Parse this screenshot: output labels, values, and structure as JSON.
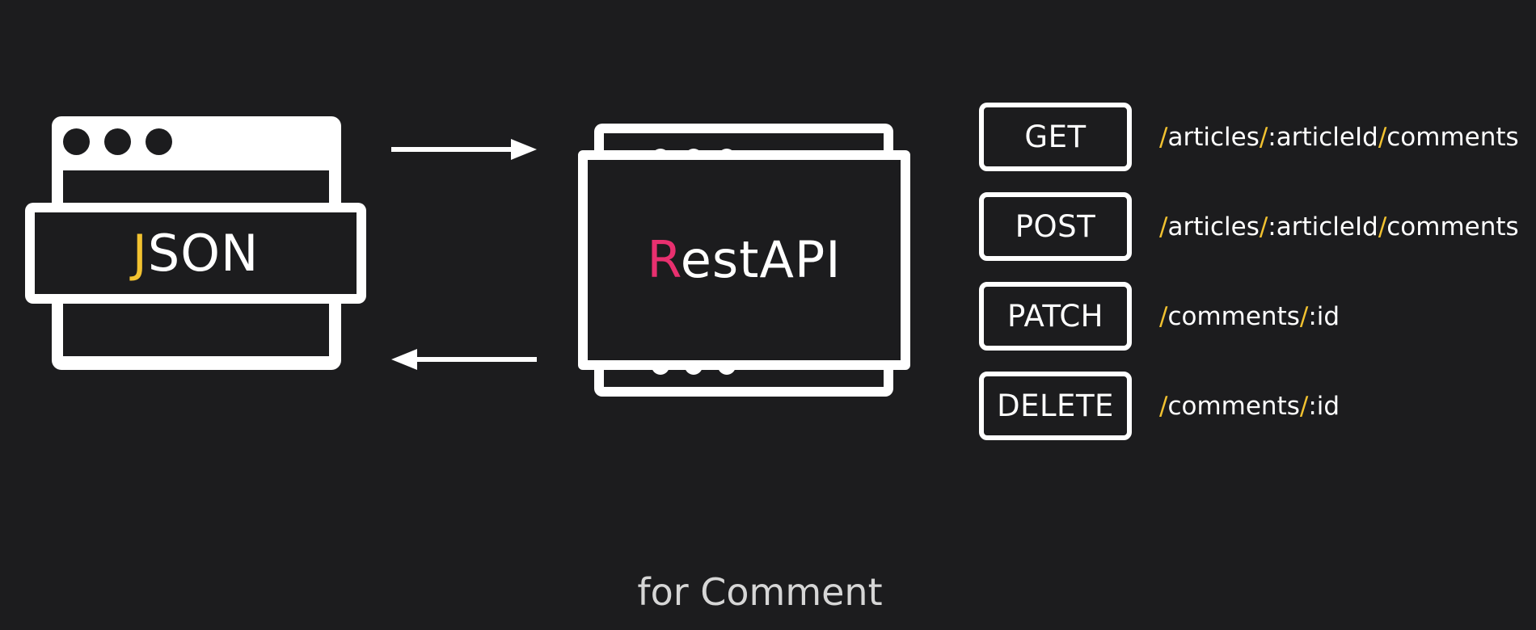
{
  "json_window": {
    "label_first": "J",
    "label_rest": "SON",
    "label_first_color": "#f2c230"
  },
  "rest_window": {
    "label_first": "R",
    "label_rest": "estAPI",
    "label_first_color": "#e8306f"
  },
  "arrows": [
    "arrow-right",
    "arrow-left"
  ],
  "endpoints": [
    {
      "method": "GET",
      "route": [
        {
          "t": "/",
          "s": true
        },
        {
          "t": "articles"
        },
        {
          "t": "/",
          "s": true
        },
        {
          "t": ":articleId"
        },
        {
          "t": "/",
          "s": true
        },
        {
          "t": "comments"
        }
      ]
    },
    {
      "method": "POST",
      "route": [
        {
          "t": "/",
          "s": true
        },
        {
          "t": "articles"
        },
        {
          "t": "/",
          "s": true
        },
        {
          "t": ":articleId"
        },
        {
          "t": "/",
          "s": true
        },
        {
          "t": "comments"
        }
      ]
    },
    {
      "method": "PATCH",
      "route": [
        {
          "t": "/",
          "s": true
        },
        {
          "t": "comments"
        },
        {
          "t": "/",
          "s": true
        },
        {
          "t": ":id"
        }
      ]
    },
    {
      "method": "DELETE",
      "route": [
        {
          "t": "/",
          "s": true
        },
        {
          "t": "comments"
        },
        {
          "t": "/",
          "s": true
        },
        {
          "t": ":id"
        }
      ]
    }
  ],
  "caption": "for Comment",
  "colors": {
    "background": "#1c1c1e",
    "foreground": "#ffffff",
    "accent_yellow": "#f2c230",
    "accent_pink": "#e8306f"
  }
}
